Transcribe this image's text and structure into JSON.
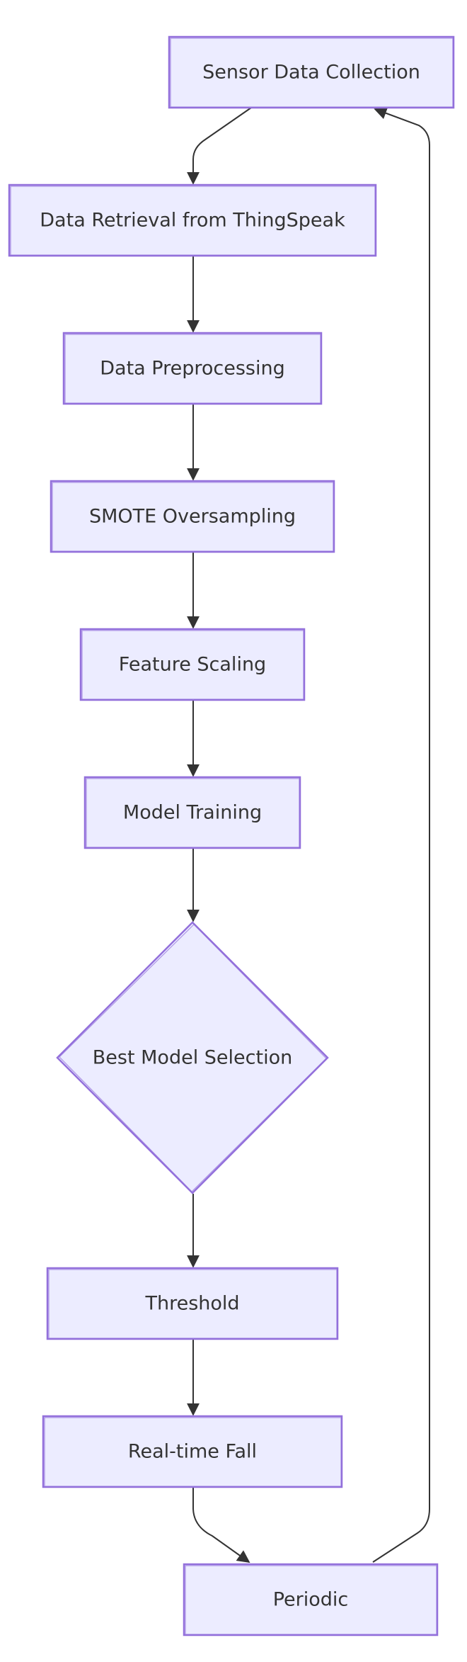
{
  "colors": {
    "node_fill": "#ECECFF",
    "node_stroke": "#9370DB",
    "hatch": "#FFFFFF",
    "edge": "#333333",
    "text": "#333333"
  },
  "nodes": [
    {
      "id": "sensor",
      "label": "Sensor Data Collection",
      "shape": "rect"
    },
    {
      "id": "retrieval",
      "label": "Data Retrieval from ThingSpeak",
      "shape": "rect"
    },
    {
      "id": "preprocessing",
      "label": "Data Preprocessing",
      "shape": "rect"
    },
    {
      "id": "smote",
      "label": "SMOTE Oversampling",
      "shape": "rect"
    },
    {
      "id": "scaling",
      "label": "Feature Scaling",
      "shape": "rect"
    },
    {
      "id": "training",
      "label": "Model Training",
      "shape": "rect"
    },
    {
      "id": "selection",
      "label": "Best Model Selection",
      "shape": "diamond"
    },
    {
      "id": "threshold",
      "label": "Threshold",
      "shape": "rect"
    },
    {
      "id": "realtime",
      "label": "Real-time Fall",
      "shape": "rect"
    },
    {
      "id": "periodic",
      "label": "Periodic",
      "shape": "rect"
    }
  ],
  "edges": [
    {
      "from": "sensor",
      "to": "retrieval"
    },
    {
      "from": "retrieval",
      "to": "preprocessing"
    },
    {
      "from": "preprocessing",
      "to": "smote"
    },
    {
      "from": "smote",
      "to": "scaling"
    },
    {
      "from": "scaling",
      "to": "training"
    },
    {
      "from": "training",
      "to": "selection"
    },
    {
      "from": "selection",
      "to": "threshold"
    },
    {
      "from": "threshold",
      "to": "realtime"
    },
    {
      "from": "realtime",
      "to": "periodic"
    },
    {
      "from": "periodic",
      "to": "sensor"
    }
  ]
}
